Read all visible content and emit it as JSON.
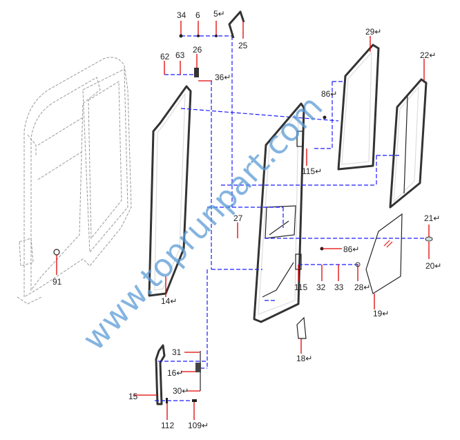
{
  "diagram": {
    "watermark": "www.toprunpart.com",
    "labels": {
      "p34": "34",
      "p6": "6",
      "p5": "5↵",
      "p25": "25",
      "p62": "62",
      "p63": "63",
      "p26": "26",
      "p36": "36↵",
      "p29": "29↵",
      "p22": "22↵",
      "p86a": "86↵",
      "p115a": "115↵",
      "p27": "27",
      "p21": "21↵",
      "p86b": "86↵",
      "p20": "20↵",
      "p91": "91",
      "p14": "14↵",
      "p115b": "115",
      "p32": "32",
      "p33": "33",
      "p28": "28↵",
      "p19": "19↵",
      "p18": "18↵",
      "p31": "31",
      "p16": "16↵",
      "p30": "30↵",
      "p15": "15",
      "p112": "112",
      "p109": "109↵"
    },
    "colors": {
      "leader": "#e00000",
      "assembly_line": "#1a1aff",
      "watermark": "#5b9bd5"
    }
  }
}
